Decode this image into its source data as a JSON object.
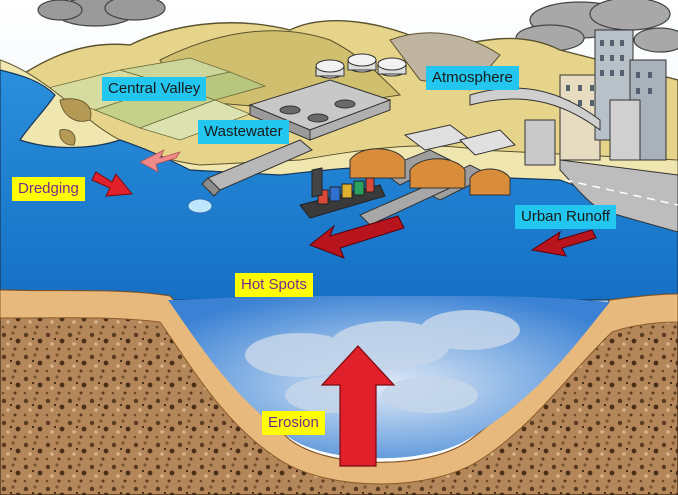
{
  "labels": {
    "central_valley": "Central Valley",
    "wastewater": "Wastewater",
    "atmosphere": "Atmosphere",
    "dredging": "Dredging",
    "urban_runoff": "Urban Runoff",
    "hot_spots": "Hot Spots",
    "erosion": "Erosion"
  },
  "colors": {
    "source_label_bg": "#22c6ee",
    "process_label_bg": "#ffff00",
    "process_label_text": "#7a2a8a",
    "water": "#1a86d6",
    "sediment": "#e7b57a",
    "arrow": "#e0202a",
    "hills": "#e8d68a"
  }
}
